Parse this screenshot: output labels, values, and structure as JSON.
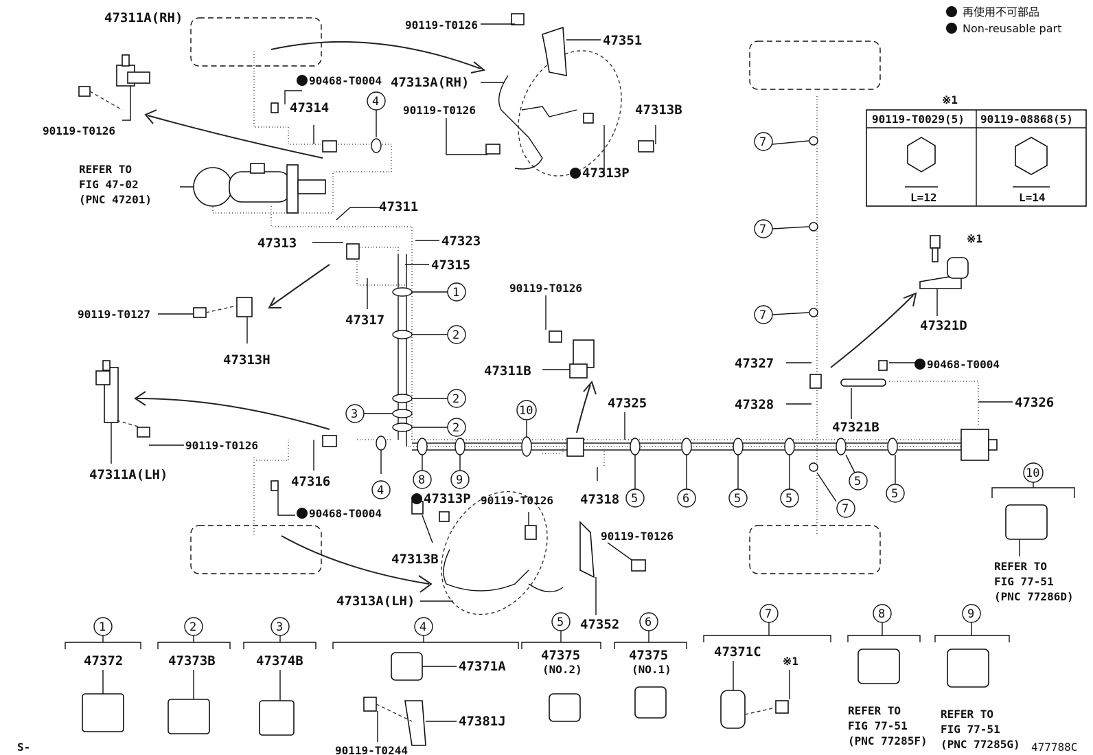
{
  "legend": {
    "non_reusable_jp": "再使用不可部品",
    "non_reusable_en": "Non-reusable part"
  },
  "labels": {
    "p47311a_rh": "47311A(RH)",
    "p90119_t0126_a": "90119-T0126",
    "p90119_t0126_b": "90119-T0126",
    "p47351": "47351",
    "p90468_t0004_a": "90468-T0004",
    "p47313a_rh": "47313A(RH)",
    "p47314": "47314",
    "p90119_t0126_c": "90119-T0126",
    "p47313b_top": "47313B",
    "p47313p_top": "47313P",
    "refer_main_1": "REFER TO",
    "refer_main_2": "FIG 47-02",
    "refer_main_3": "(PNC 47201)",
    "p47311": "47311",
    "p47313": "47313",
    "p47323": "47323",
    "p47315": "47315",
    "p90119_t0127": "90119-T0127",
    "p47317": "47317",
    "p47313h": "47313H",
    "p90119_t0126_d": "90119-T0126",
    "p47311b": "47311B",
    "p47325": "47325",
    "p90119_t0126_e": "90119-T0126",
    "p47311a_lh": "47311A(LH)",
    "p47316": "47316",
    "p90468_t0004_b": "90468-T0004",
    "p47313p_bot": "47313P",
    "p90119_t0126_f": "90119-T0126",
    "p47318": "47318",
    "p90119_t0126_g": "90119-T0126",
    "p47313b_bot": "47313B",
    "p47313a_lh": "47313A(LH)",
    "p47352": "47352",
    "p47327": "47327",
    "p47328": "47328",
    "p47321b": "47321B",
    "p90468_t0004_c": "90468-T0004",
    "p47326": "47326",
    "p47321d": "47321D",
    "note_mark": "※1",
    "table_h1": "90119-T0029(5)",
    "table_h2": "90119-08868(5)",
    "table_l1": "L=12",
    "table_l2": "L=14",
    "refer_10_1": "REFER TO",
    "refer_10_2": "FIG 77-51",
    "refer_10_3": "(PNC 77286D)",
    "page_left": "S-",
    "page_code": "477788C"
  },
  "bubbles": [
    "1",
    "2",
    "3",
    "4",
    "5",
    "6",
    "7",
    "8",
    "9",
    "10"
  ],
  "clamps": [
    {
      "num": "1",
      "part": "47372",
      "sub": ""
    },
    {
      "num": "2",
      "part": "47373B",
      "sub": ""
    },
    {
      "num": "3",
      "part": "47374B",
      "sub": ""
    },
    {
      "num": "4",
      "part": "47371A",
      "sub": "47381J",
      "bolt": "90119-T0244"
    },
    {
      "num": "5",
      "part": "47375",
      "sub": "(NO.2)"
    },
    {
      "num": "6",
      "part": "47375",
      "sub": "(NO.1)"
    },
    {
      "num": "7",
      "part": "47371C",
      "sub": "※1"
    },
    {
      "num": "8",
      "part": "",
      "ref1": "REFER TO",
      "ref2": "FIG 77-51",
      "ref3": "(PNC 77285F)"
    },
    {
      "num": "9",
      "part": "",
      "ref1": "REFER TO",
      "ref2": "FIG 77-51",
      "ref3": "(PNC 77285G)"
    }
  ]
}
